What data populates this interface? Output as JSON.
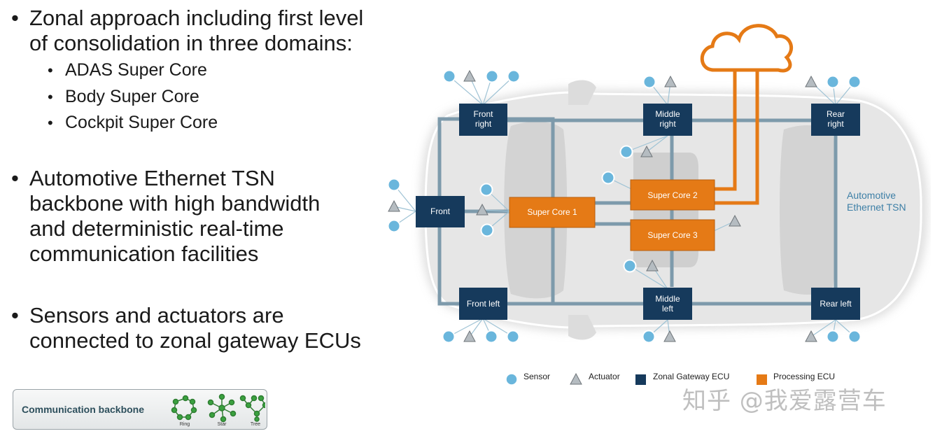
{
  "bullets": [
    {
      "text": "Zonal approach including first level\nof consolidation in three domains:",
      "sub": [
        "ADAS Super Core",
        "Body Super Core",
        "Cockpit Super Core"
      ]
    },
    {
      "text": "Automotive Ethernet TSN\nbackbone with high bandwidth\nand deterministic real-time\ncommunication facilities"
    },
    {
      "text": "Sensors and actuators are\nconnected to zonal gateway ECUs"
    }
  ],
  "backbone": {
    "label": "Communication backbone",
    "topologies": [
      "Ring",
      "Star",
      "Tree"
    ]
  },
  "ecus": {
    "front": "Front",
    "front_right": "Front\nright",
    "front_left": "Front left",
    "middle_right": "Middle\nright",
    "middle_left": "Middle\nleft",
    "rear_right": "Rear\nright",
    "rear_left": "Rear left",
    "super_core_1": "Super Core 1",
    "super_core_2": "Super Core 2",
    "super_core_3": "Super Core 3"
  },
  "network_label": "Automotive\nEthernet TSN",
  "legend": {
    "sensor": "Sensor",
    "actuator": "Actuator",
    "zonal_gateway": "Zonal Gateway ECU",
    "processing": "Processing ECU"
  },
  "colors": {
    "zonal_gateway": "#163a5c",
    "processing": "#e57a16",
    "sensor": "#6ab6dc",
    "actuator": "#b5bcc1",
    "backbone_link": "#7d9aab",
    "cloud": "#e57a16",
    "network_label": "#3d7fa6"
  },
  "icons": [
    "sensor-circle-icon",
    "actuator-triangle-icon",
    "cloud-icon",
    "car-silhouette-icon"
  ],
  "watermark": "知乎 @我爱露营车"
}
